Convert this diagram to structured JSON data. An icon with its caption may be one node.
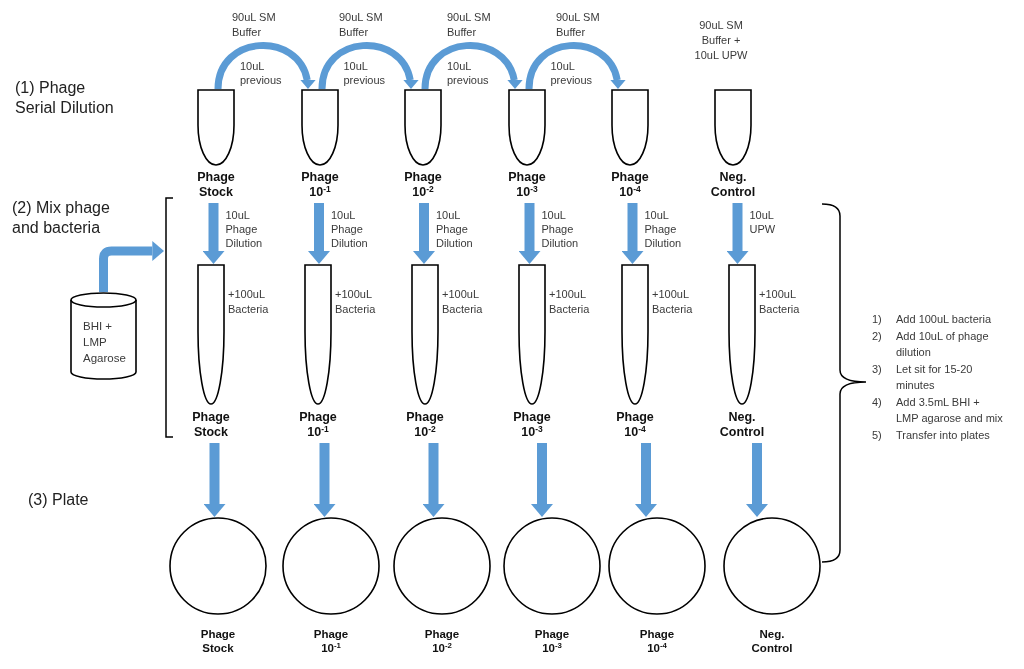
{
  "diagram": {
    "nodes": [
      {
        "text": [
          "Phage Stock"
        ]
      },
      {
        "text": [
          "Phage 10$^{-1}$"
        ]
      },
      {
        "text": [
          "Phage 10$^{-2}$"
        ]
      },
      {
        "text": [
          "Phage 10$^{-3}$"
        ]
      },
      {
        "text": [
          "Phage 10$^{-4}$"
        ]
      },
      {
        "text": [
          "Neg. Control"
        ]
      },
      {
        "text": [
          "BHI + LMP Agarose"
        ]
      },
      {
        "text": [],
        "shape": "bracket"
      },
      {
        "text": [
          "Phage Stock"
        ],
        "beside": [
          "+100uL Bacteria"
        ]
      },
      {
        "text": [
          "Phage 10$^{-1}$"
        ],
        "beside": [
          "+100uL Bacteria"
        ]
      },
      {
        "text": [
          "Phage 10$^{-2}$"
        ],
        "beside": [
          "+100uL Bacteria"
        ]
      },
      {
        "text": [
          "Phage 10$^{-3}$"
        ],
        "beside": [
          "+100uL Bacteria"
        ]
      },
      {
        "text": [
          "Phage 10$^{-4}$"
        ],
        "beside": [
          "+100uL Bacteria"
        ]
      },
      {
        "text": [
          "Neg. Control"
        ],
        "beside": [
          "+100uL Bacteria"
        ]
      },
      {
        "text": [
          "Phage Stock"
        ]
      },
      {
        "text": [
          "Phage 10$^{-1}$"
        ]
      },
      {
        "text": [
          "Phage 10$^{-2}$"
        ]
      },
      {
        "text": [
          "Phage 10$^{-3}$"
        ]
      },
      {
        "text": [
          "Phage 10$^{-4}$"
        ]
      },
      {
        "text": [
          "Neg. Control"
        ]
      }
    ],
    "edges": [
      {
        "from": 0,
        "to": 1,
        "arrow": "to",
        "label": "10uL previous"
      },
      {
        "from": 1,
        "to": 2,
        "arrow": "to",
        "label": "10uL previous"
      },
      {
        "from": 2,
        "to": 3,
        "arrow": "to",
        "label": "10uL previous"
      },
      {
        "from": 3,
        "to": 4,
        "arrow": "to",
        "label": "10uL previous"
      },
      {
        "from": 0,
        "to": 8,
        "arrow": "to",
        "label": "10uL Phage Dilution"
      },
      {
        "from": 1,
        "to": 9,
        "arrow": "to",
        "label": "10uL Phage Dilution"
      },
      {
        "from": 2,
        "to": 10,
        "arrow": "to",
        "label": "10uL Phage Dilution"
      },
      {
        "from": 3,
        "to": 11,
        "arrow": "to",
        "label": "10uL Phage Dilution"
      },
      {
        "from": 4,
        "to": 12,
        "arrow": "to",
        "label": "10uL Phage Dilution"
      },
      {
        "from": 5,
        "to": 13,
        "arrow": "to",
        "label": "10uL UPW"
      },
      {
        "from": 6,
        "to": 7,
        "arrow": "to"
      },
      {
        "from": 8,
        "to": 14,
        "arrow": "to"
      },
      {
        "from": 9,
        "to": 15,
        "arrow": "to"
      },
      {
        "from": 10,
        "to": 16,
        "arrow": "to"
      },
      {
        "from": 11,
        "to": 17,
        "arrow": "to"
      },
      {
        "from": 12,
        "to": 18,
        "arrow": "to"
      },
      {
        "from": 13,
        "to": 19,
        "arrow": "to"
      }
    ],
    "labels": [
      "90uL SM Buffer",
      "90uL SM Buffer",
      "90uL SM Buffer",
      "90uL SM Buffer",
      "90uL SM Buffer + 10uL UPW",
      "(1) Phage Serial Dilution",
      "(2) Mix phage and bacteria",
      "1)",
      "Add 100uL bacteria",
      "2)",
      "Add 10uL of phage dilution",
      "3)",
      "Let sit for 15-20 minutes",
      "4)",
      "Add 3.5mL BHI + LMP agarose and mix",
      "5)",
      "Transfer into plates",
      "(3) Plate"
    ]
  }
}
